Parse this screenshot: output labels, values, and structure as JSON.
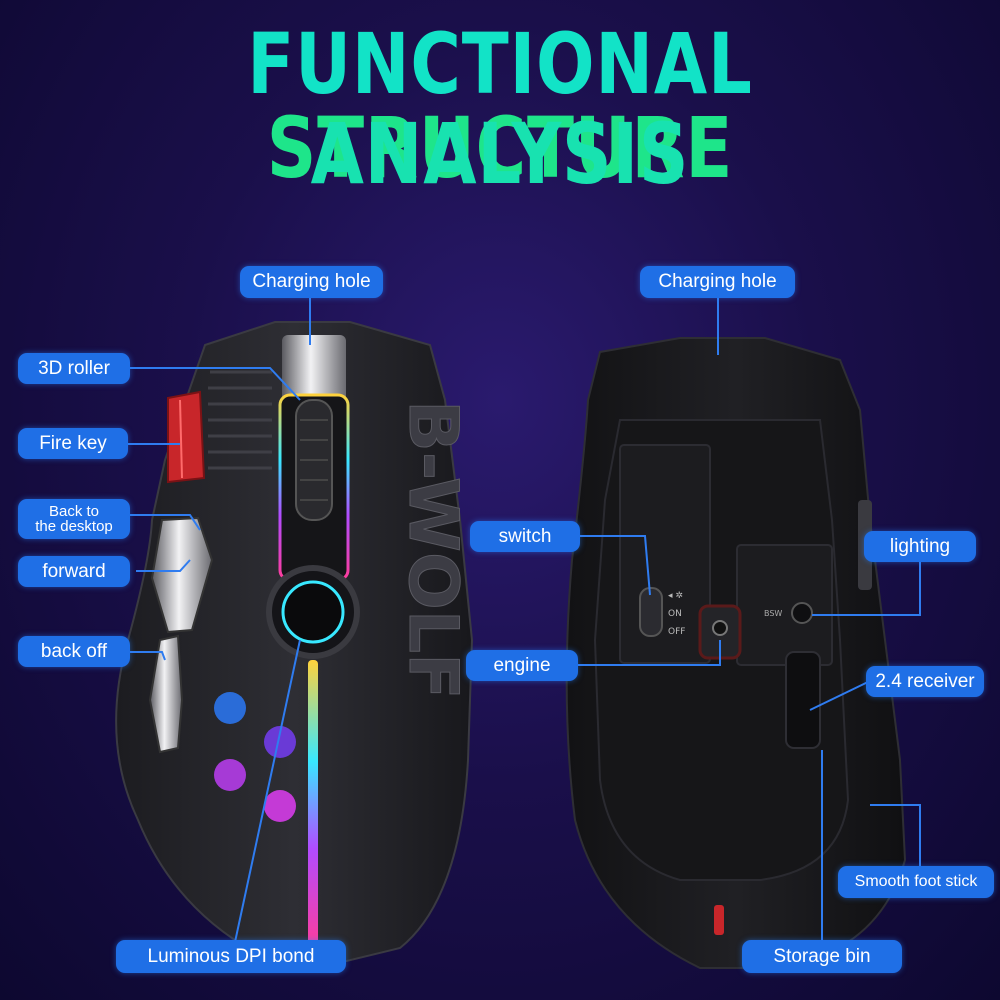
{
  "title": {
    "line1_a": "FUNCTIONAL",
    "line1_b": "STRUCTURE",
    "line2": "ANALYSIS",
    "colors": {
      "cyan": "#12e3c7",
      "green": "#1ee58a"
    }
  },
  "mouse_brand": "B-WOLF",
  "bottom_switch": {
    "on": "ON",
    "off": "OFF"
  },
  "bottom_button": "BSW",
  "callouts": {
    "charging_hole_left": "Charging hole",
    "roller_3d": "3D roller",
    "fire_key": "Fire key",
    "back_desktop_1": "Back to",
    "back_desktop_2": "the desktop",
    "forward": "forward",
    "back_off": "back off",
    "luminous_dpi": "Luminous DPI bond",
    "charging_hole_right": "Charging hole",
    "switch": "switch",
    "lighting": "lighting",
    "engine": "engine",
    "receiver": "2.4 receiver",
    "smooth_foot": "Smooth foot stick",
    "storage_bin": "Storage bin"
  },
  "label_color": "#1f6fe6"
}
